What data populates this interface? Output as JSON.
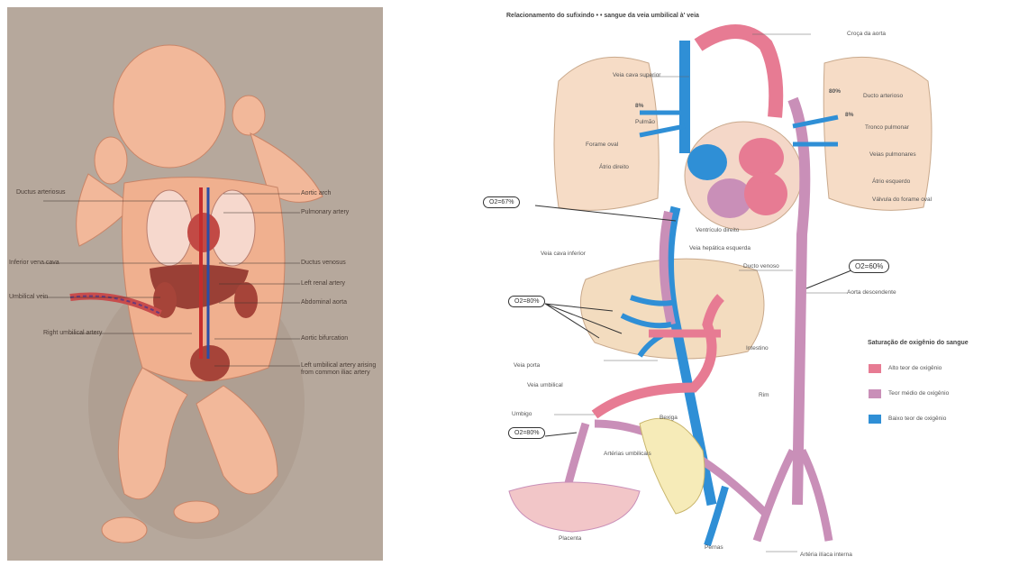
{
  "left_figure": {
    "labels": {
      "ductus_arteriosus": "Ductus arteriosus",
      "aortic_arch": "Aortic arch",
      "pulmonary_artery": "Pulmonary artery",
      "inferior_vena_cava": "Inferior vena cava",
      "ductus_venosus": "Ductus venosus",
      "umbilical_vein": "Umbilical vein",
      "left_renal_artery": "Left renal artery",
      "abdominal_aorta": "Abdominal aorta",
      "right_umbilical_artery": "Right umbilical artery",
      "aortic_bifurcation": "Aortic bifurcation",
      "left_umbilical_artery": "Left umbilical artery arising from common iliac artery"
    }
  },
  "right_figure": {
    "title": "Relacionamento do sufixindo • • sangue da veia umbilical à' veia",
    "labels": {
      "croca_aorta": "Croça da aorta",
      "veia_cava_superior": "Veia cava superior",
      "pct_80": "80%",
      "ducto_arterioso": "Ducto arterioso",
      "pct_8a": "8%",
      "pct_8b": "8%",
      "pulmao": "Pulmão",
      "tronco_pulmonar": "Tronco pulmonar",
      "forame_oval": "Forame oval",
      "veias_pulmonares": "Veias pulmonares",
      "atrio_direito": "Átrio direito",
      "atrio_esquerdo": "Átrio esquerdo",
      "valvula_forame_oval": "Válvula do forame oval",
      "ventriculo_direito": "Ventrículo direito",
      "veia_cava_inferior": "Veia cava inferior",
      "veia_hepatica": "Veia hepática esquerda",
      "ducto_venoso": "Ducto venoso",
      "aorta_descendente": "Aorta descendente",
      "veia_porta": "Veia porta",
      "intestino": "Intestino",
      "veia_umbilical": "Veia umbilical",
      "rim": "Rim",
      "umbigo": "Umbigo",
      "bexiga": "Bexiga",
      "arterias_umbilicais": "Artérias umbilicais",
      "placenta": "Placenta",
      "pernas": "Pernas",
      "arteria_iliaca": "Artéria ilíaca interna"
    },
    "oxygen_bubbles": {
      "o2_67": "O2=67%",
      "o2_60": "O2=60%",
      "o2_80": "O2=80%",
      "o2_80b": "O2=80%"
    },
    "legend": {
      "title": "Saturação de oxigênio do sangue",
      "items": [
        {
          "label": "Alto teor de oxigênio",
          "color": "#e77b93"
        },
        {
          "label": "Teor médio de oxigênio",
          "color": "#c98fb8"
        },
        {
          "label": "Baixo teor de oxigênio",
          "color": "#2f8fd6"
        }
      ]
    }
  }
}
